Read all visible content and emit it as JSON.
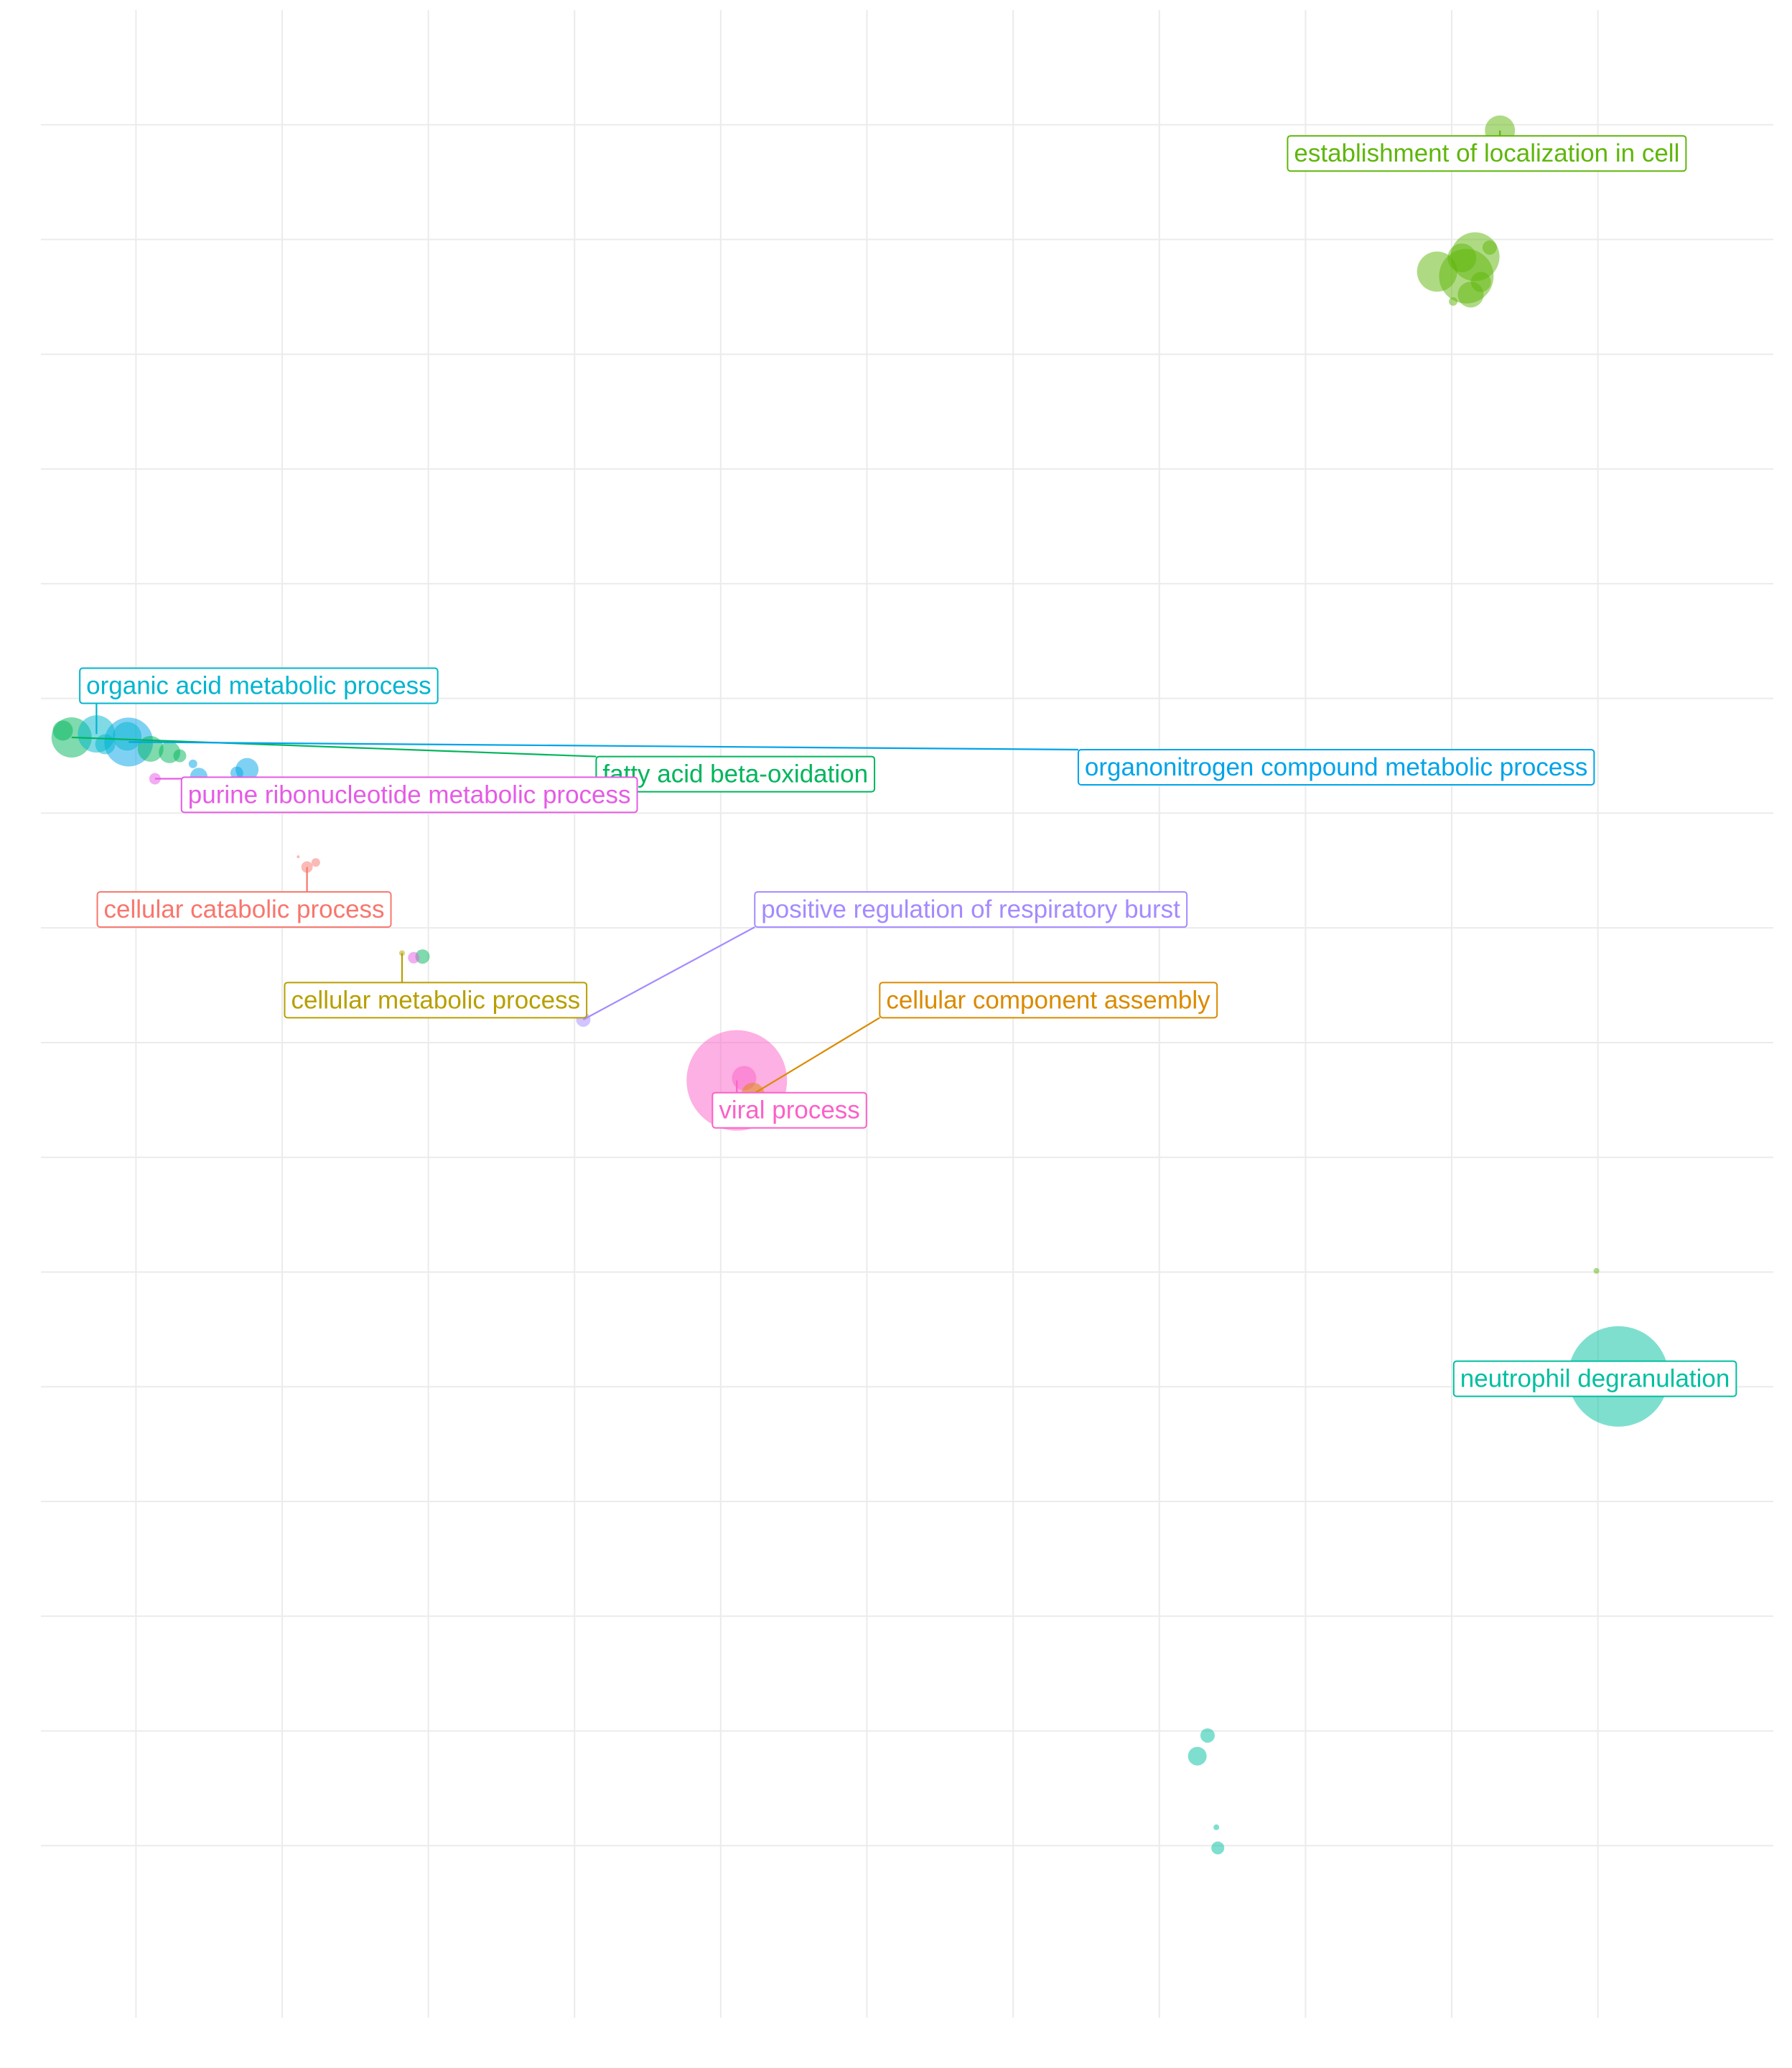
{
  "chart_data": {
    "type": "scatter",
    "title": "",
    "xlabel": "",
    "ylabel": "",
    "grid": true,
    "legend": "none",
    "xlim": [
      -2.65,
      9.2
    ],
    "ylim": [
      -0.05,
      1.7
    ],
    "x_gridlines": [
      -2,
      -1,
      0,
      1,
      2,
      3,
      4,
      5,
      6,
      7,
      8
    ],
    "y_gridlines": [
      0.1,
      0.2,
      0.3,
      0.4,
      0.5,
      0.6,
      0.7,
      0.8,
      0.9,
      1.0,
      1.1,
      1.2,
      1.3,
      1.4,
      1.5,
      1.6
    ],
    "groups": [
      {
        "name": "establishment of localization in cell",
        "color": "#5fb60a",
        "label": {
          "text": "establishment of localization in cell",
          "x": 7.24,
          "y": 1.575
        },
        "points": [
          {
            "x": 7.33,
            "y": 1.595,
            "r": 21
          },
          {
            "x": 6.9,
            "y": 1.472,
            "r": 28
          },
          {
            "x": 7.1,
            "y": 1.468,
            "r": 38
          },
          {
            "x": 7.16,
            "y": 1.485,
            "r": 34
          },
          {
            "x": 7.26,
            "y": 1.493,
            "r": 10
          },
          {
            "x": 7.07,
            "y": 1.484,
            "r": 20
          },
          {
            "x": 7.01,
            "y": 1.446,
            "r": 6
          },
          {
            "x": 7.2,
            "y": 1.463,
            "r": 14
          },
          {
            "x": 7.13,
            "y": 1.452,
            "r": 18
          }
        ]
      },
      {
        "name": "organic acid metabolic process",
        "color": "#00b5ce",
        "label": {
          "text": "organic acid metabolic process",
          "x": -1.16,
          "y": 1.111
        },
        "points": [
          {
            "x": -2.27,
            "y": 1.069,
            "r": 26
          },
          {
            "x": -2.21,
            "y": 1.06,
            "r": 14
          },
          {
            "x": -2.06,
            "y": 1.067,
            "r": 20
          }
        ]
      },
      {
        "name": "fatty acid beta-oxidation",
        "color": "#00b55c",
        "label": {
          "text": "fatty acid beta-oxidation",
          "x": 2.1,
          "y": 1.034
        },
        "points": [
          {
            "x": -2.44,
            "y": 1.066,
            "r": 28
          },
          {
            "x": -2.5,
            "y": 1.072,
            "r": 14
          },
          {
            "x": -1.9,
            "y": 1.056,
            "r": 18
          },
          {
            "x": -1.77,
            "y": 1.053,
            "r": 15
          },
          {
            "x": -1.7,
            "y": 1.05,
            "r": 9
          },
          {
            "x": -0.04,
            "y": 0.875,
            "r": 10
          }
        ]
      },
      {
        "name": "organonitrogen compound metabolic process",
        "color": "#00a3e8",
        "label": {
          "text": "organonitrogen compound metabolic process",
          "x": 6.21,
          "y": 1.04
        },
        "points": [
          {
            "x": -2.05,
            "y": 1.062,
            "r": 34
          },
          {
            "x": -1.24,
            "y": 1.038,
            "r": 16
          },
          {
            "x": -1.31,
            "y": 1.035,
            "r": 9
          },
          {
            "x": -1.57,
            "y": 1.032,
            "r": 12
          },
          {
            "x": -1.61,
            "y": 1.043,
            "r": 6
          }
        ]
      },
      {
        "name": "purine ribonucleotide metabolic process",
        "color": "#e55be5",
        "label": {
          "text": "purine ribonucleotide metabolic process",
          "x": -0.13,
          "y": 1.016
        },
        "points": [
          {
            "x": -1.87,
            "y": 1.03,
            "r": 8
          },
          {
            "x": -0.1,
            "y": 0.874,
            "r": 8
          }
        ]
      },
      {
        "name": "cellular catabolic process",
        "color": "#f8766d",
        "label": {
          "text": "cellular catabolic process",
          "x": -1.26,
          "y": 0.916
        },
        "points": [
          {
            "x": -0.83,
            "y": 0.953,
            "r": 8
          },
          {
            "x": -0.77,
            "y": 0.957,
            "r": 6
          },
          {
            "x": -0.89,
            "y": 0.962,
            "r": 2
          }
        ]
      },
      {
        "name": "cellular metabolic process",
        "color": "#b79f00",
        "label": {
          "text": "cellular metabolic process",
          "x": 0.05,
          "y": 0.837
        },
        "points": [
          {
            "x": -0.18,
            "y": 0.878,
            "r": 4
          }
        ]
      },
      {
        "name": "positive regulation of respiratory burst",
        "color": "#a58aff",
        "label": {
          "text": "positive regulation of respiratory burst",
          "x": 3.71,
          "y": 0.916
        },
        "points": [
          {
            "x": 1.06,
            "y": 0.82,
            "r": 10
          }
        ]
      },
      {
        "name": "cellular component assembly",
        "color": "#da8a00",
        "label": {
          "text": "cellular component assembly",
          "x": 4.24,
          "y": 0.837
        },
        "points": [
          {
            "x": 2.22,
            "y": 0.755,
            "r": 16
          }
        ]
      },
      {
        "name": "viral process",
        "color": "#fb61c7",
        "label": {
          "text": "viral process",
          "x": 2.47,
          "y": 0.741
        },
        "points": [
          {
            "x": 2.11,
            "y": 0.767,
            "r": 70
          },
          {
            "x": 2.16,
            "y": 0.769,
            "r": 17
          }
        ]
      },
      {
        "name": "neutrophil degranulation",
        "color": "#00bfa0",
        "label": {
          "text": "neutrophil degranulation",
          "x": 7.98,
          "y": 0.507
        },
        "points": [
          {
            "x": 8.14,
            "y": 0.509,
            "r": 70
          },
          {
            "x": 5.33,
            "y": 0.196,
            "r": 10
          },
          {
            "x": 5.26,
            "y": 0.178,
            "r": 13
          },
          {
            "x": 5.39,
            "y": 0.116,
            "r": 4
          },
          {
            "x": 5.4,
            "y": 0.098,
            "r": 9
          }
        ]
      },
      {
        "name": "",
        "color": "#5fb60a",
        "label": null,
        "points": [
          {
            "x": 7.99,
            "y": 0.601,
            "r": 4
          }
        ]
      }
    ]
  }
}
